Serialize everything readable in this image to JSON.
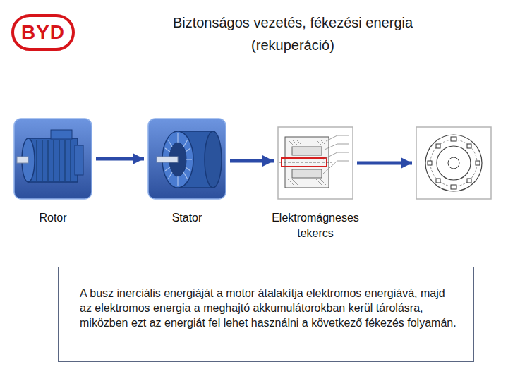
{
  "diagram": {
    "title": "Biztonságos vezetés, fékezési energia (rekuperáció)",
    "nodes": [
      {
        "text": [
          "Rotor"
        ]
      },
      {
        "text": [
          "Stator"
        ]
      },
      {
        "text": [
          "Elektromágneses tekercs"
        ]
      },
      {
        "text": []
      },
      {
        "text": [
          "A busz inerciális energiáját a motor átalakítja elektromos energiává, majd az elektromos energia a meghajtó akkumulátorokban kerül tárolásra, miközben ezt az energiát fel lehet használni a következő fékezés folyamán."
        ]
      }
    ],
    "edges": [
      {
        "from": 0,
        "to": 1,
        "arrow": "to"
      },
      {
        "from": 1,
        "to": 2,
        "arrow": "to"
      },
      {
        "from": 2,
        "to": 3,
        "arrow": "to"
      }
    ],
    "labels": [
      "BYD"
    ]
  }
}
